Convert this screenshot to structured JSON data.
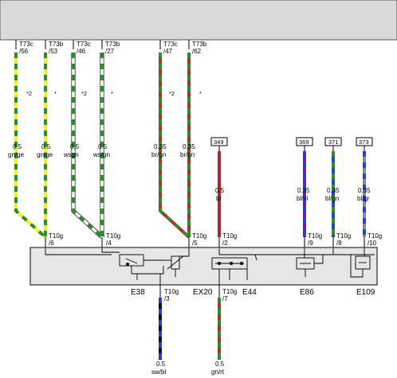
{
  "colors": {
    "frame": "#d9d9d9",
    "module_fill": "#e6e6e6",
    "green": "#2e8b2e",
    "yellow": "#f2f21a",
    "white": "#ffffff",
    "red": "#b03030",
    "brown": "#9c3030",
    "violet": "#7a1a9a",
    "blue": "#2a3ed8",
    "grey": "#8a8a8a",
    "black": "#111111"
  },
  "top_connectors": [
    {
      "conn": "T73c",
      "pin": "/56",
      "note": "*2",
      "size": "0.5",
      "color_code": "gn/ge",
      "stripes": [
        "yellow",
        "green"
      ],
      "dest_pin": "/6"
    },
    {
      "conn": "T73b",
      "pin": "/53",
      "note": "*",
      "size": "0.5",
      "color_code": "gn/ge",
      "stripes": [
        "green",
        "yellow"
      ],
      "dest_pin": "/6"
    },
    {
      "conn": "T73c",
      "pin": "/46",
      "note": "*2",
      "size": "0.5",
      "color_code": "wsgn",
      "stripes": [
        "white",
        "green"
      ],
      "dest_pin": "/4"
    },
    {
      "conn": "T73b",
      "pin": "/27",
      "note": "*",
      "size": "0.5",
      "color_code": "ws/gn",
      "stripes": [
        "green",
        "white"
      ],
      "dest_pin": "/4"
    },
    {
      "conn": "T73c",
      "pin": "/47",
      "note": "*2",
      "size": "0.35",
      "color_code": "br/gn",
      "stripes": [
        "red",
        "green"
      ],
      "dest_pin": "/5"
    },
    {
      "conn": "T73b",
      "pin": "/62",
      "note": "*",
      "size": "0.35",
      "color_code": "br/gn",
      "stripes": [
        "green",
        "red"
      ],
      "dest_pin": "/5"
    }
  ],
  "ref_wires": [
    {
      "ref": "349",
      "size": "0.5",
      "color_code": "br",
      "dest_conn": "T10g",
      "dest_pin": "/2"
    },
    {
      "ref": "369",
      "size": "0.35",
      "color_code": "bl/vi",
      "dest_conn": "T10g",
      "dest_pin": "/9"
    },
    {
      "ref": "371",
      "size": "0.35",
      "color_code": "bl/gn",
      "dest_conn": "T10g",
      "dest_pin": "/8"
    },
    {
      "ref": "373",
      "size": "0.35",
      "color_code": "bl/gr",
      "dest_conn": "T10g",
      "dest_pin": "/10"
    }
  ],
  "module_conn": "T10g",
  "components": {
    "e38": "E38",
    "ex20": "EX20",
    "e44": "E44",
    "e86": "E86",
    "e109": "E109"
  },
  "bottom_wires": [
    {
      "conn": "T10g",
      "pin": "/3",
      "size": "0.5",
      "color_code": "sw/bl"
    },
    {
      "conn": "T10g",
      "pin": "/7",
      "size": "0.5",
      "color_code": "gn/rt"
    }
  ]
}
